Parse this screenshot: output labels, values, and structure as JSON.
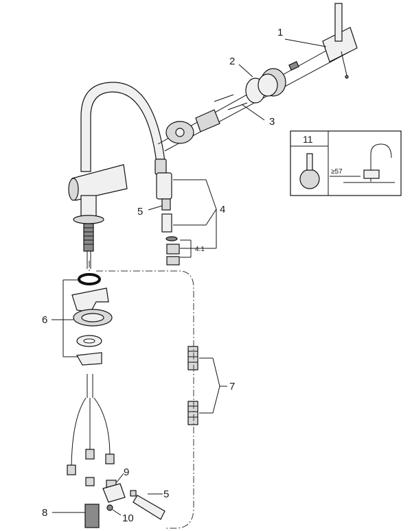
{
  "callouts": {
    "c1": "1",
    "c2": "2",
    "c3": "3",
    "c4": "4",
    "c4_1": "4.1",
    "c5_top": "5",
    "c5_bottom": "5",
    "c6": "6",
    "c7": "7",
    "c8": "8",
    "c9": "9",
    "c10": "10"
  },
  "inset": {
    "label": "11",
    "dimension": "≥57"
  }
}
